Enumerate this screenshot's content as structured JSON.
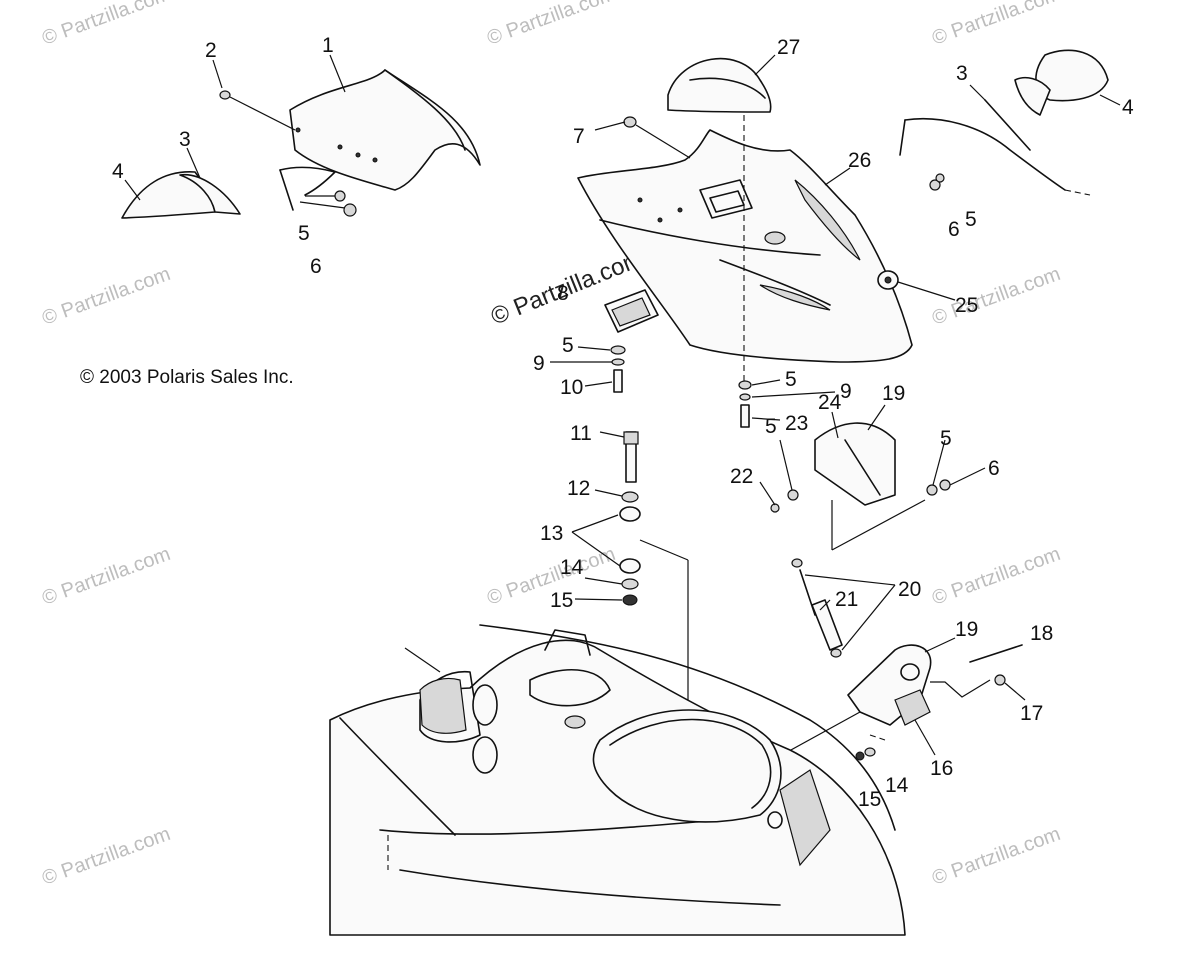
{
  "copyright": "© 2003 Polaris Sales Inc.",
  "watermark": "© Partzilla.com",
  "callouts": [
    "1",
    "2",
    "3",
    "4",
    "5",
    "6",
    "27",
    "7",
    "26",
    "3",
    "4",
    "6",
    "5",
    "25",
    "8",
    "5",
    "9",
    "10",
    "5",
    "9",
    "23",
    "24",
    "19",
    "5",
    "6",
    "22",
    "5",
    "11",
    "12",
    "13",
    "14",
    "15",
    "20",
    "21",
    "19",
    "18",
    "17",
    "16",
    "14",
    "15"
  ]
}
